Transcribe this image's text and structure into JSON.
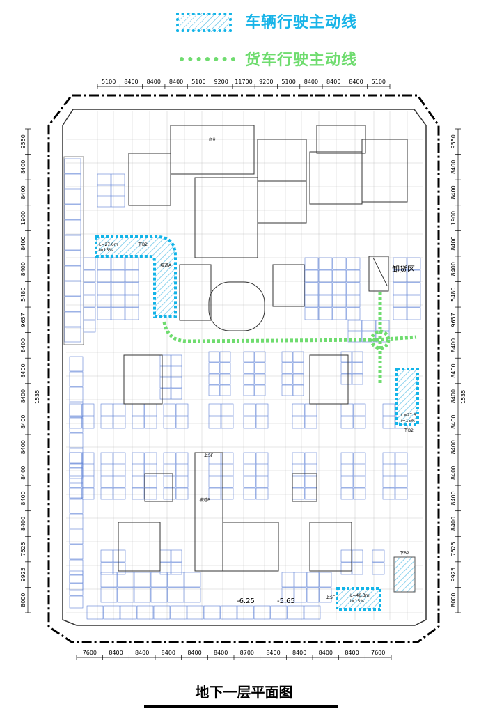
{
  "legend": {
    "vehicle_label": "车辆行驶主动线",
    "truck_label": "货车行驶主动线",
    "vehicle_color": "#18b4e8",
    "truck_color": "#6fdc6f"
  },
  "dimensions": {
    "top": [
      "5100",
      "8400",
      "8400",
      "8400",
      "5100",
      "9200",
      "11700",
      "9200",
      "5100",
      "8400",
      "8400",
      "8400",
      "5100"
    ],
    "bottom": [
      "7600",
      "8400",
      "8400",
      "8400",
      "8400",
      "8400",
      "8700",
      "8400",
      "8400",
      "8400",
      "8400",
      "7600"
    ],
    "left": [
      "9550",
      "8400",
      "8400",
      "1900",
      "8400",
      "8400",
      "5480",
      "9657",
      "8400",
      "8400",
      "8400",
      "8400",
      "8400",
      "8400",
      "8400",
      "8400",
      "7625",
      "9925",
      "8000"
    ],
    "right": [
      "9550",
      "8400",
      "8400",
      "1900",
      "8400",
      "8400",
      "5480",
      "9657",
      "8400",
      "8400",
      "8400",
      "8400",
      "8400",
      "8400",
      "8400",
      "8400",
      "7625",
      "9925",
      "8000"
    ],
    "side_extra": "1535"
  },
  "annotations": {
    "unloading_area": "卸货区",
    "ramp_top_left_length": "L=27.6m",
    "ramp_top_left_slope": "i=15%",
    "ramp_right_length": "L=27.6",
    "ramp_right_slope": "i=15%",
    "ramp_bottom_length": "L=48.3m",
    "ramp_bottom_slope": "i=15%",
    "down_b2_a": "下B2",
    "down_b2_b": "下B2",
    "down_b2_c": "下B2",
    "up_sf": "上SF",
    "up_sf2": "上SF",
    "level_a": "-6.25",
    "level_b": "-5.65",
    "exit_label": "坡道A",
    "exit_label_b": "坡道B",
    "shop": "商业"
  },
  "drawing_title": "地下一层平面图"
}
